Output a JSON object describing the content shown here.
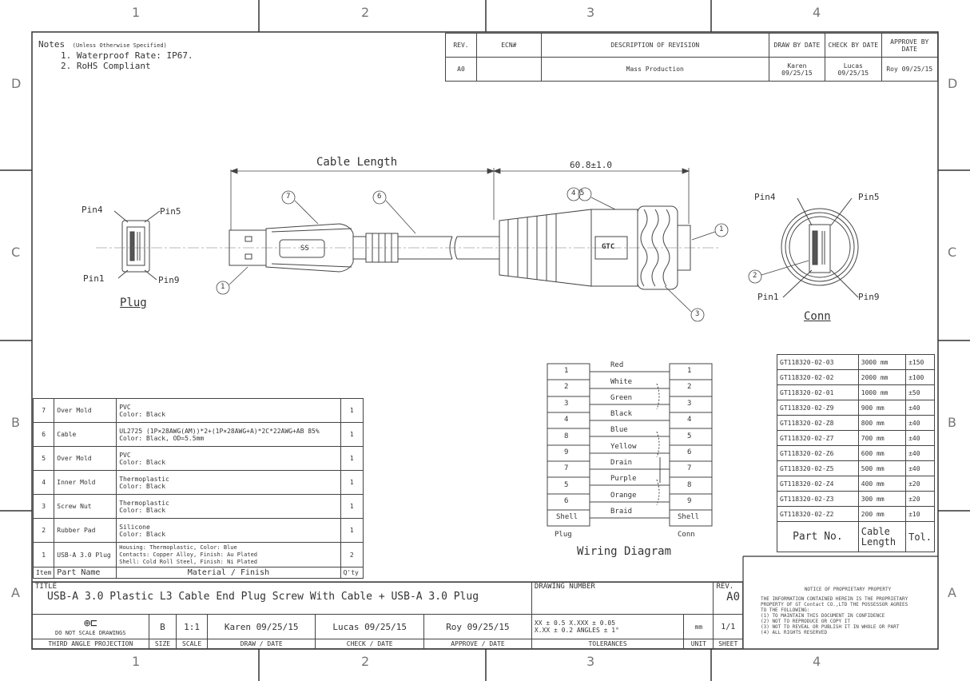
{
  "zones": {
    "cols": [
      "1",
      "2",
      "3",
      "4"
    ],
    "rows": [
      "D",
      "C",
      "B",
      "A"
    ]
  },
  "notes": {
    "title": "Notes",
    "subtitle": "(Unless Otherwise Specified)",
    "items": [
      "1. Waterproof Rate: IP67.",
      "2. RoHS Compliant"
    ]
  },
  "revision": {
    "headers": [
      "REV.",
      "ECN#",
      "DESCRIPTION OF REVISION",
      "DRAW BY DATE",
      "CHECK BY DATE",
      "APPROVE BY DATE"
    ],
    "row": {
      "rev": "A0",
      "ecn": "",
      "desc": "Mass Production",
      "draw": "Karen 09/25/15",
      "check": "Lucas 09/25/15",
      "approve": "Roy 09/25/15"
    }
  },
  "drawing": {
    "cable_length_label": "Cable Length",
    "dim_60_label": "60.8±1.0",
    "plug_pins": {
      "pin4": "Pin4",
      "pin5": "Pin5",
      "pin1": "Pin1",
      "pin9": "Pin9"
    },
    "plug_label": "Plug",
    "conn_pins": {
      "pin4": "Pin4",
      "pin5": "Pin5",
      "pin1": "Pin1",
      "pin9": "Pin9"
    },
    "conn_label": "Conn",
    "balloons": {
      "b7": "7",
      "b6": "6",
      "b45": "4 5",
      "b1": "1",
      "b3": "3",
      "b2": "2",
      "b1plug": "1"
    },
    "logo": "GTC",
    "ss_mark": "SS"
  },
  "wiring": {
    "title": "Wiring Diagram",
    "plug_label": "Plug",
    "conn_label": "Conn",
    "plug_pins": [
      "1",
      "2",
      "3",
      "4",
      "8",
      "9",
      "7",
      "5",
      "6",
      "Shell"
    ],
    "conn_pins": [
      "1",
      "2",
      "3",
      "4",
      "5",
      "6",
      "7",
      "8",
      "9",
      "Shell"
    ],
    "colors": [
      "Red",
      "White",
      "Green",
      "Black",
      "Blue",
      "Yellow",
      "Drain",
      "Purple",
      "Orange",
      "Braid"
    ]
  },
  "parts": {
    "header": {
      "item": "Item",
      "name": "Part Name",
      "material": "Material / Finish",
      "qty": "Q'ty"
    },
    "rows": [
      {
        "item": "7",
        "name": "Over Mold",
        "material": [
          "PVC",
          "Color: Black"
        ],
        "qty": "1"
      },
      {
        "item": "6",
        "name": "Cable",
        "material": [
          "UL2725 (1P×28AWG(AM))*2+(1P×28AWG+A)*2C*22AWG+AB 85%",
          "Color: Black, OD=5.5mm"
        ],
        "qty": "1"
      },
      {
        "item": "5",
        "name": "Over Mold",
        "material": [
          "PVC",
          "Color: Black"
        ],
        "qty": "1"
      },
      {
        "item": "4",
        "name": "Inner Mold",
        "material": [
          "Thermoplastic",
          "Color: Black"
        ],
        "qty": "1"
      },
      {
        "item": "3",
        "name": "Screw Nut",
        "material": [
          "Thermoplastic",
          "Color: Black"
        ],
        "qty": "1"
      },
      {
        "item": "2",
        "name": "Rubber Pad",
        "material": [
          "Silicone",
          "Color: Black"
        ],
        "qty": "1"
      },
      {
        "item": "1",
        "name": "USB-A 3.0 Plug",
        "material": [
          "Housing: Thermoplastic, Color: Blue",
          "Contacts: Copper Alloy, Finish: Au Plated",
          "Shell: Cold Roll Steel, Finish: Ni Plated"
        ],
        "qty": "2"
      }
    ]
  },
  "part_numbers": {
    "rows": [
      {
        "pn": "GT118320-02-03",
        "len": "3000 mm",
        "tol": "±150"
      },
      {
        "pn": "GT118320-02-02",
        "len": "2000 mm",
        "tol": "±100"
      },
      {
        "pn": "GT118320-02-01",
        "len": "1000 mm",
        "tol": "±50"
      },
      {
        "pn": "GT118320-02-Z9",
        "len": "900 mm",
        "tol": "±40"
      },
      {
        "pn": "GT118320-02-Z8",
        "len": "800 mm",
        "tol": "±40"
      },
      {
        "pn": "GT118320-02-Z7",
        "len": "700 mm",
        "tol": "±40"
      },
      {
        "pn": "GT118320-02-Z6",
        "len": "600 mm",
        "tol": "±40"
      },
      {
        "pn": "GT118320-02-Z5",
        "len": "500 mm",
        "tol": "±40"
      },
      {
        "pn": "GT118320-02-Z4",
        "len": "400 mm",
        "tol": "±20"
      },
      {
        "pn": "GT118320-02-Z3",
        "len": "300 mm",
        "tol": "±20"
      },
      {
        "pn": "GT118320-02-Z2",
        "len": "200 mm",
        "tol": "±10"
      }
    ],
    "header": {
      "pn": "Part No.",
      "len": "Cable Length",
      "tol": "Tol."
    }
  },
  "title_block": {
    "title_label": "TITLE",
    "title": "USB-A 3.0 Plastic L3 Cable End Plug Screw With Cable + USB-A 3.0 Plug",
    "drawing_number_label": "DRAWING NUMBER",
    "drawing_number": "",
    "rev_label": "REV.",
    "rev": "A0",
    "projection_note": "DO NOT SCALE DRAWINGS",
    "projection": "THIRD ANGLE PROJECTION",
    "size_label": "SIZE",
    "size": "B",
    "scale_label": "SCALE",
    "scale": "1:1",
    "draw_label": "DRAW / DATE",
    "draw": "Karen 09/25/15",
    "check_label": "CHECK / DATE",
    "check": "Lucas 09/25/15",
    "approve_label": "APPROVE / DATE",
    "approve": "Roy 09/25/15",
    "tol_label": "TOLERANCES",
    "tol_lines": [
      "XX    ± 0.5    X.XXX   ± 0.05",
      "X.XX  ± 0.2    ANGLES  ± 1°"
    ],
    "unit_label": "UNIT",
    "unit": "mm",
    "sheet_label": "SHEET",
    "sheet": "1/1"
  },
  "proprietary": {
    "title": "NOTICE OF PROPRIETARY PROPERTY",
    "lines": [
      "THE INFORMATION CONTAINED HEREIN IS THE PROPRIETARY",
      "PROPERTY OF GT Contact CO.,LTD THE POSSESSOR AGREES",
      "TO THE FOLLOWING:",
      "(1) TO MAINTAIN THIS DOCUMENT IN CONFIDENCE",
      "(2) NOT TO REPRODUCE OR COPY IT",
      "(3) NOT TO REVEAL OR PUBLISH IT IN WHOLE OR PART",
      "(4) ALL RIGHTS RESERVED"
    ]
  }
}
